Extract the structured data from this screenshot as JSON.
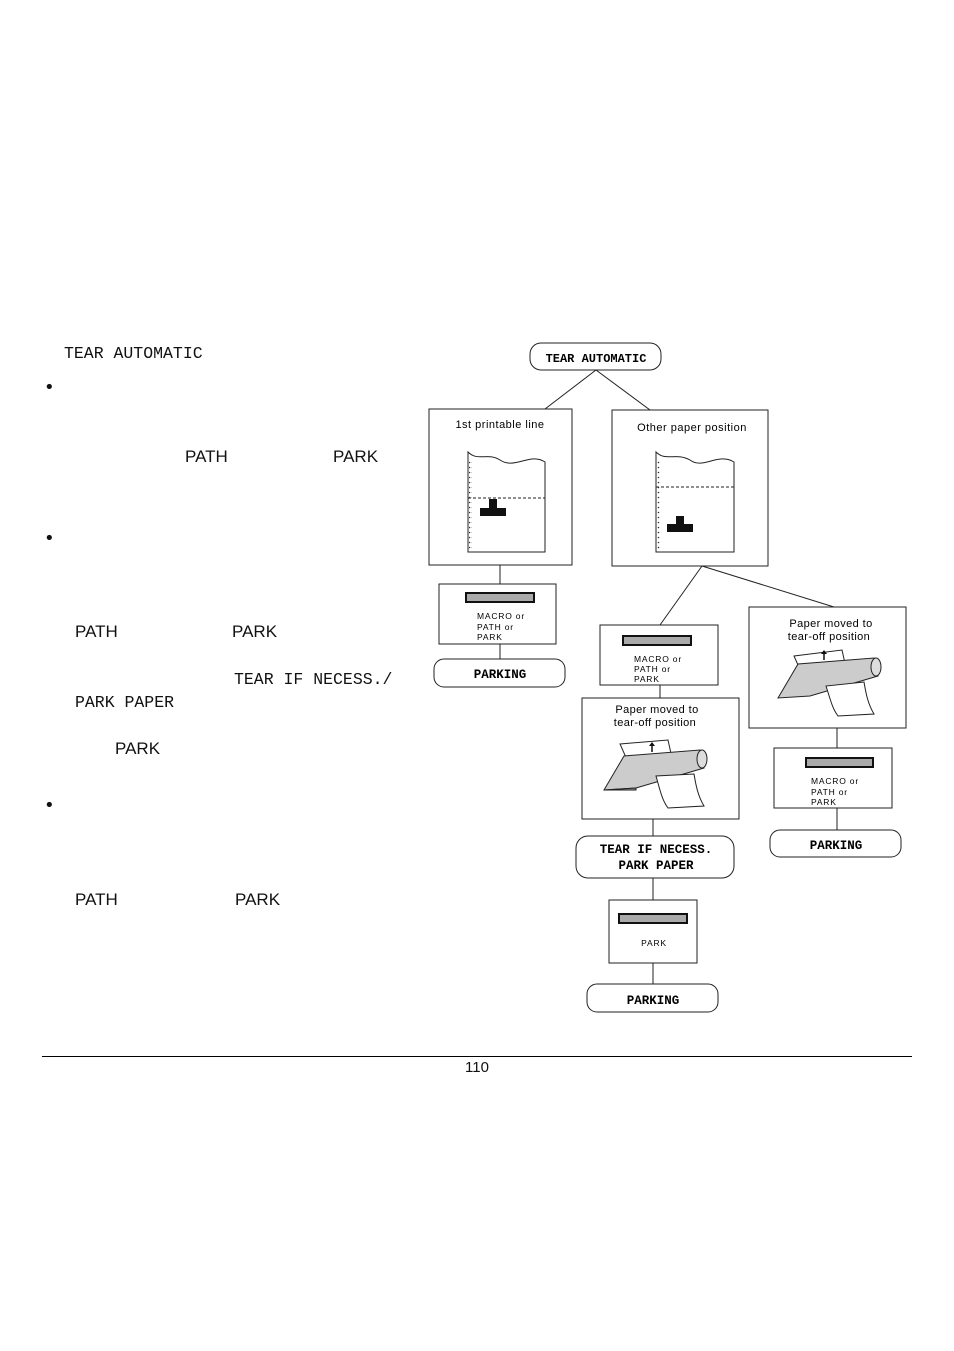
{
  "left_text": {
    "heading": "TEAR AUTOMATIC",
    "path_1": "PATH",
    "park_1": "PARK",
    "path_2": "PATH",
    "park_2": "PARK",
    "tear_if_necess": "TEAR IF NECESS./",
    "park_paper": "PARK PAPER",
    "park_3": "PARK",
    "path_3": "PATH",
    "park_4": "PARK"
  },
  "diagram": {
    "root": "TEAR AUTOMATIC",
    "first_printable_line": "1st printable line",
    "other_paper_position": "Other paper position",
    "macro_path_park_1": [
      "MACRO or",
      "PATH or",
      "PARK"
    ],
    "parking_1": "PARKING",
    "macro_path_park_2": [
      "MACRO or",
      "PATH or",
      "PARK"
    ],
    "paper_moved_1": [
      "Paper moved to",
      "tear-off position"
    ],
    "paper_moved_2": [
      "Paper moved to",
      "tear-off position"
    ],
    "macro_path_park_3": [
      "MACRO or",
      "PATH or",
      "PARK"
    ],
    "parking_2": "PARKING",
    "tear_if_necess": "TEAR IF NECESS.",
    "park_paper": "PARK PAPER",
    "park_label": "PARK",
    "parking_3": "PARKING"
  },
  "footer": {
    "page_number": "110"
  }
}
